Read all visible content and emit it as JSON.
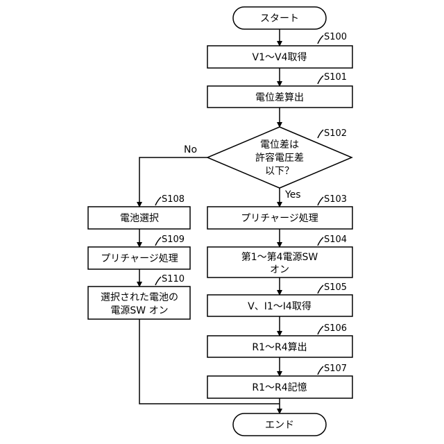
{
  "start": "スタート",
  "end": "エンド",
  "decision": {
    "lines": [
      "電位差は",
      "許容電圧差",
      "以下？"
    ],
    "yes": "Yes",
    "no": "No"
  },
  "steps": {
    "s100": {
      "id": "S100",
      "label": "V1～V4取得"
    },
    "s101": {
      "id": "S101",
      "label": "電位差算出"
    },
    "s102": {
      "id": "S102"
    },
    "s103": {
      "id": "S103",
      "label": "プリチャージ処理"
    },
    "s104": {
      "id": "S104",
      "lines": [
        "第1～第4電源SW",
        "オン"
      ]
    },
    "s105": {
      "id": "S105",
      "label": "V、I1～I4取得"
    },
    "s106": {
      "id": "S106",
      "label": "R1～R4算出"
    },
    "s107": {
      "id": "S107",
      "label": "R1～R4記憶"
    },
    "s108": {
      "id": "S108",
      "label": "電池選択"
    },
    "s109": {
      "id": "S109",
      "label": "プリチャージ処理"
    },
    "s110": {
      "id": "S110",
      "lines": [
        "選択された電池の",
        "電源SW オン"
      ]
    }
  }
}
